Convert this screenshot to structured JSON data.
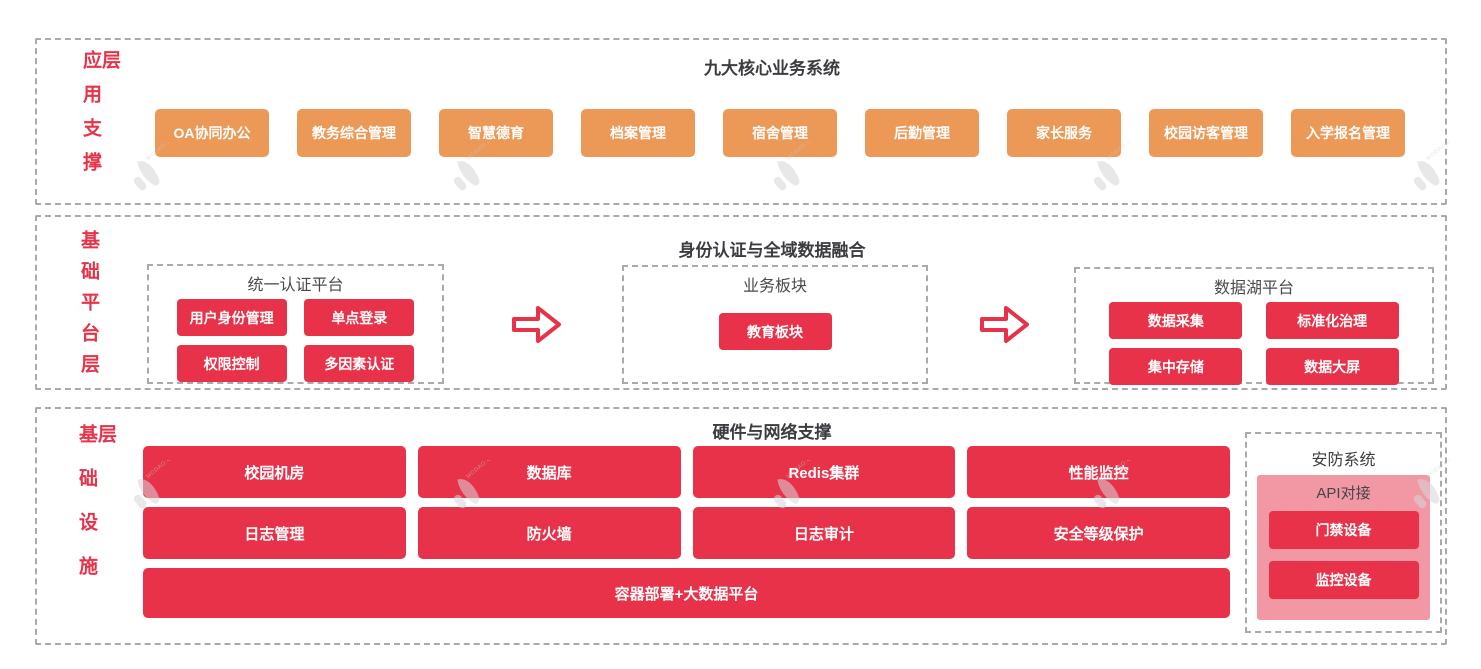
{
  "colors": {
    "accent_red": "#e73249",
    "accent_orange": "#ec9856",
    "security_pink": "#f298a4",
    "dashed_border": "#a7abb0",
    "title_text": "#3c3c40"
  },
  "watermark": {
    "brand": "MODAO.CC"
  },
  "layers": {
    "app": {
      "label": "应用支撑层",
      "title": "九大核心业务系统",
      "systems": [
        "OA协同办公",
        "教务综合管理",
        "智慧德育",
        "档案管理",
        "宿舍管理",
        "后勤管理",
        "家长服务",
        "校园访客管理",
        "入学报名管理"
      ]
    },
    "platform": {
      "label": "基础平台层",
      "title": "身份认证与全域数据融合",
      "auth": {
        "title": "统一认证平台",
        "items": [
          "用户身份管理",
          "单点登录",
          "权限控制",
          "多因素认证"
        ]
      },
      "business": {
        "title": "业务板块",
        "items": [
          "教育板块"
        ]
      },
      "datalake": {
        "title": "数据湖平台",
        "items": [
          "数据采集",
          "标准化治理",
          "集中存储",
          "数据大屏"
        ]
      }
    },
    "infra": {
      "label": "基础设施层",
      "title": "硬件与网络支撑",
      "items": [
        "校园机房",
        "数据库",
        "Redis集群",
        "性能监控",
        "日志管理",
        "防火墙",
        "日志审计",
        "安全等级保护"
      ],
      "wide_item": "容器部署+大数据平台",
      "security": {
        "title": "安防系统",
        "subtitle": "API对接",
        "items": [
          "门禁设备",
          "监控设备"
        ]
      }
    }
  }
}
